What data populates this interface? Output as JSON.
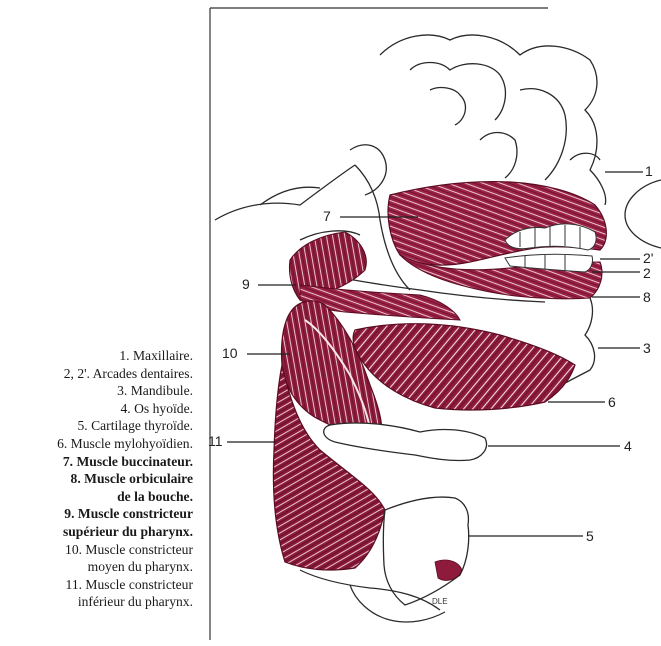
{
  "legend": [
    {
      "text": "1. Maxillaire.",
      "bold": false
    },
    {
      "text": "2, 2'. Arcades dentaires.",
      "bold": false
    },
    {
      "text": "3. Mandibule.",
      "bold": false
    },
    {
      "text": "4. Os hyoïde.",
      "bold": false
    },
    {
      "text": "5. Cartilage thyroïde.",
      "bold": false
    },
    {
      "text": "6. Muscle mylohyoïdien.",
      "bold": false
    },
    {
      "text": "7. Muscle buccinateur.",
      "bold": true
    },
    {
      "text": "8. Muscle orbiculaire",
      "bold": true
    },
    {
      "text": "de la bouche.",
      "bold": true
    },
    {
      "text": "9. Muscle constricteur",
      "bold": true
    },
    {
      "text": "supérieur du pharynx.",
      "bold": true
    },
    {
      "text": "10. Muscle constricteur",
      "bold": false
    },
    {
      "text": "moyen du pharynx.",
      "bold": false
    },
    {
      "text": "11. Muscle constricteur",
      "bold": false
    },
    {
      "text": "inférieur du pharynx.",
      "bold": false
    }
  ],
  "callouts": {
    "c1": "1",
    "c2p": "2'",
    "c2": "2",
    "c8": "8",
    "c3": "3",
    "c6": "6",
    "c4": "4",
    "c5": "5",
    "c7": "7",
    "c9": "9",
    "c10": "10",
    "c11": "11"
  },
  "signature": "DLE",
  "colors": {
    "muscle": "#8e1b3c",
    "muscle_dark": "#6b0f2b",
    "outline": "#2a2a2a",
    "frame": "#333333"
  }
}
